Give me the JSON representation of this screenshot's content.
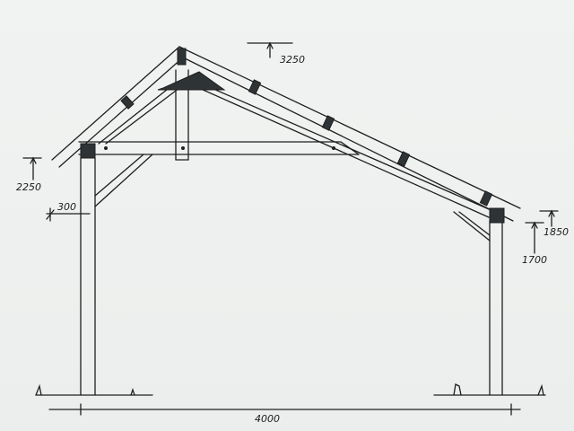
{
  "drawing": {
    "type": "hand-drawn timber frame elevation",
    "colors": {
      "paper": "#eef0ef",
      "ink": "#1e1e1e",
      "fill_dark": "#2e3436"
    },
    "dimensions": {
      "ridge_height": "3250",
      "left_eave_height": "2250",
      "right_eave_height": "1850",
      "right_post_height": "1700",
      "left_post_offset": "300",
      "span_width": "4000"
    }
  }
}
